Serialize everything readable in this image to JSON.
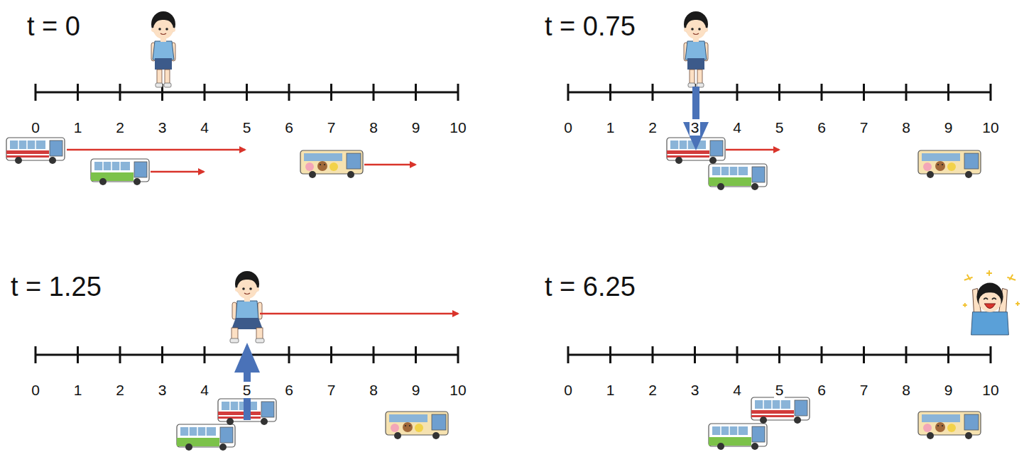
{
  "diagram": {
    "labels": [
      "t = 0",
      "0",
      "1",
      "2",
      "3",
      "4",
      "5",
      "6",
      "7",
      "8",
      "9",
      "10",
      "t = 0.75",
      "0",
      "1",
      "2",
      "3",
      "4",
      "5",
      "6",
      "7",
      "8",
      "9",
      "10",
      "t = 1.25",
      "0",
      "1",
      "2",
      "3",
      "4",
      "5",
      "6",
      "7",
      "8",
      "9",
      "10",
      "t = 6.25",
      "0",
      "1",
      "2",
      "3",
      "4",
      "5",
      "6",
      "7",
      "8",
      "9",
      "10"
    ]
  }
}
